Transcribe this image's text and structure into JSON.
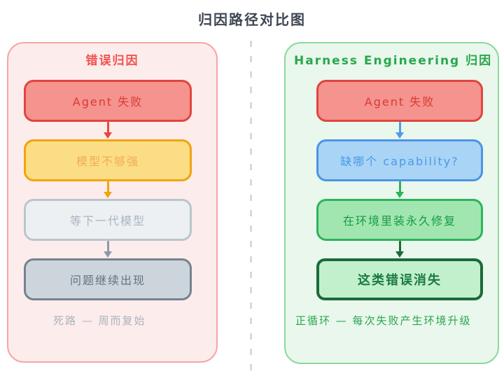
{
  "title": "归因路径对比图",
  "divider_color": "#d8d8e0",
  "left": {
    "header": "错误归因",
    "footer": "死路 — 周而复始",
    "colors": {
      "panel_bg": "#fdecec",
      "panel_border": "#f3a7a5",
      "header_text": "#ef5350",
      "footer_text": "#a9b3c0"
    },
    "boxes": [
      {
        "label": "Agent 失败",
        "fill": "#f5938e",
        "border": "#e1453f",
        "text": "#d93a33"
      },
      {
        "label": "模型不够强",
        "fill": "#fbdd86",
        "border": "#f0a40d",
        "text": "#efae52"
      },
      {
        "label": "等下一代模型",
        "fill": "#edf0f3",
        "border": "#bac5cd",
        "text": "#a9b5bf"
      },
      {
        "label": "问题继续出现",
        "fill": "#cdd5dc",
        "border": "#75828f",
        "text": "#64727f"
      }
    ],
    "arrows": [
      {
        "name": "agent-fail-to-model-weak",
        "color": "#e84740"
      },
      {
        "name": "model-weak-to-wait-next-gen",
        "color": "#f0a40d"
      },
      {
        "name": "wait-next-gen-to-problem-recurs",
        "color": "#8c9aa7"
      }
    ]
  },
  "right": {
    "header": "Harness Engineering 归因",
    "footer": "正循环 — 每次失败产生环境升级",
    "colors": {
      "panel_bg": "#e9f7ec",
      "panel_border": "#8bd99d",
      "header_text": "#28a74d",
      "footer_text": "#2aa551"
    },
    "boxes": [
      {
        "label": "Agent 失败",
        "fill": "#f5938e",
        "border": "#e1453f",
        "text": "#d93a33"
      },
      {
        "label": "缺哪个 capability?",
        "fill": "#a9d4f6",
        "border": "#4c94e3",
        "text": "#4a9ae6"
      },
      {
        "label": "在环境里装永久修复",
        "fill": "#a1e6b0",
        "border": "#2db35c",
        "text": "#179a46"
      },
      {
        "label": "这类错误消失",
        "fill": "#c2f0cd",
        "border": "#1a6b38",
        "text": "#1b7a40"
      }
    ],
    "arrows": [
      {
        "name": "agent-fail-to-which-capability",
        "color": "#4f9ce8"
      },
      {
        "name": "which-capability-to-install-fix",
        "color": "#2db35c"
      },
      {
        "name": "install-fix-to-errors-vanish",
        "color": "#1a6b38"
      }
    ]
  }
}
